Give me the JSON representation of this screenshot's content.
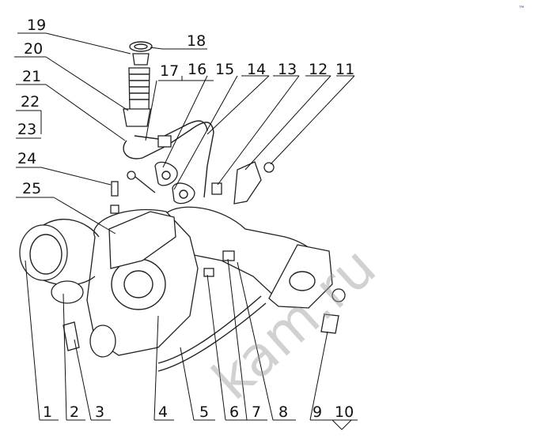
{
  "watermark": "kam.ru",
  "corner_mark": "™",
  "callouts": [
    "1",
    "2",
    "3",
    "4",
    "5",
    "6",
    "7",
    "8",
    "9",
    "10",
    "11",
    "12",
    "13",
    "14",
    "15",
    "16",
    "17",
    "18",
    "19",
    "20",
    "21",
    "22",
    "23",
    "24",
    "25"
  ],
  "colors": {
    "line": "#111111",
    "watermark": "#9a9a9a"
  }
}
